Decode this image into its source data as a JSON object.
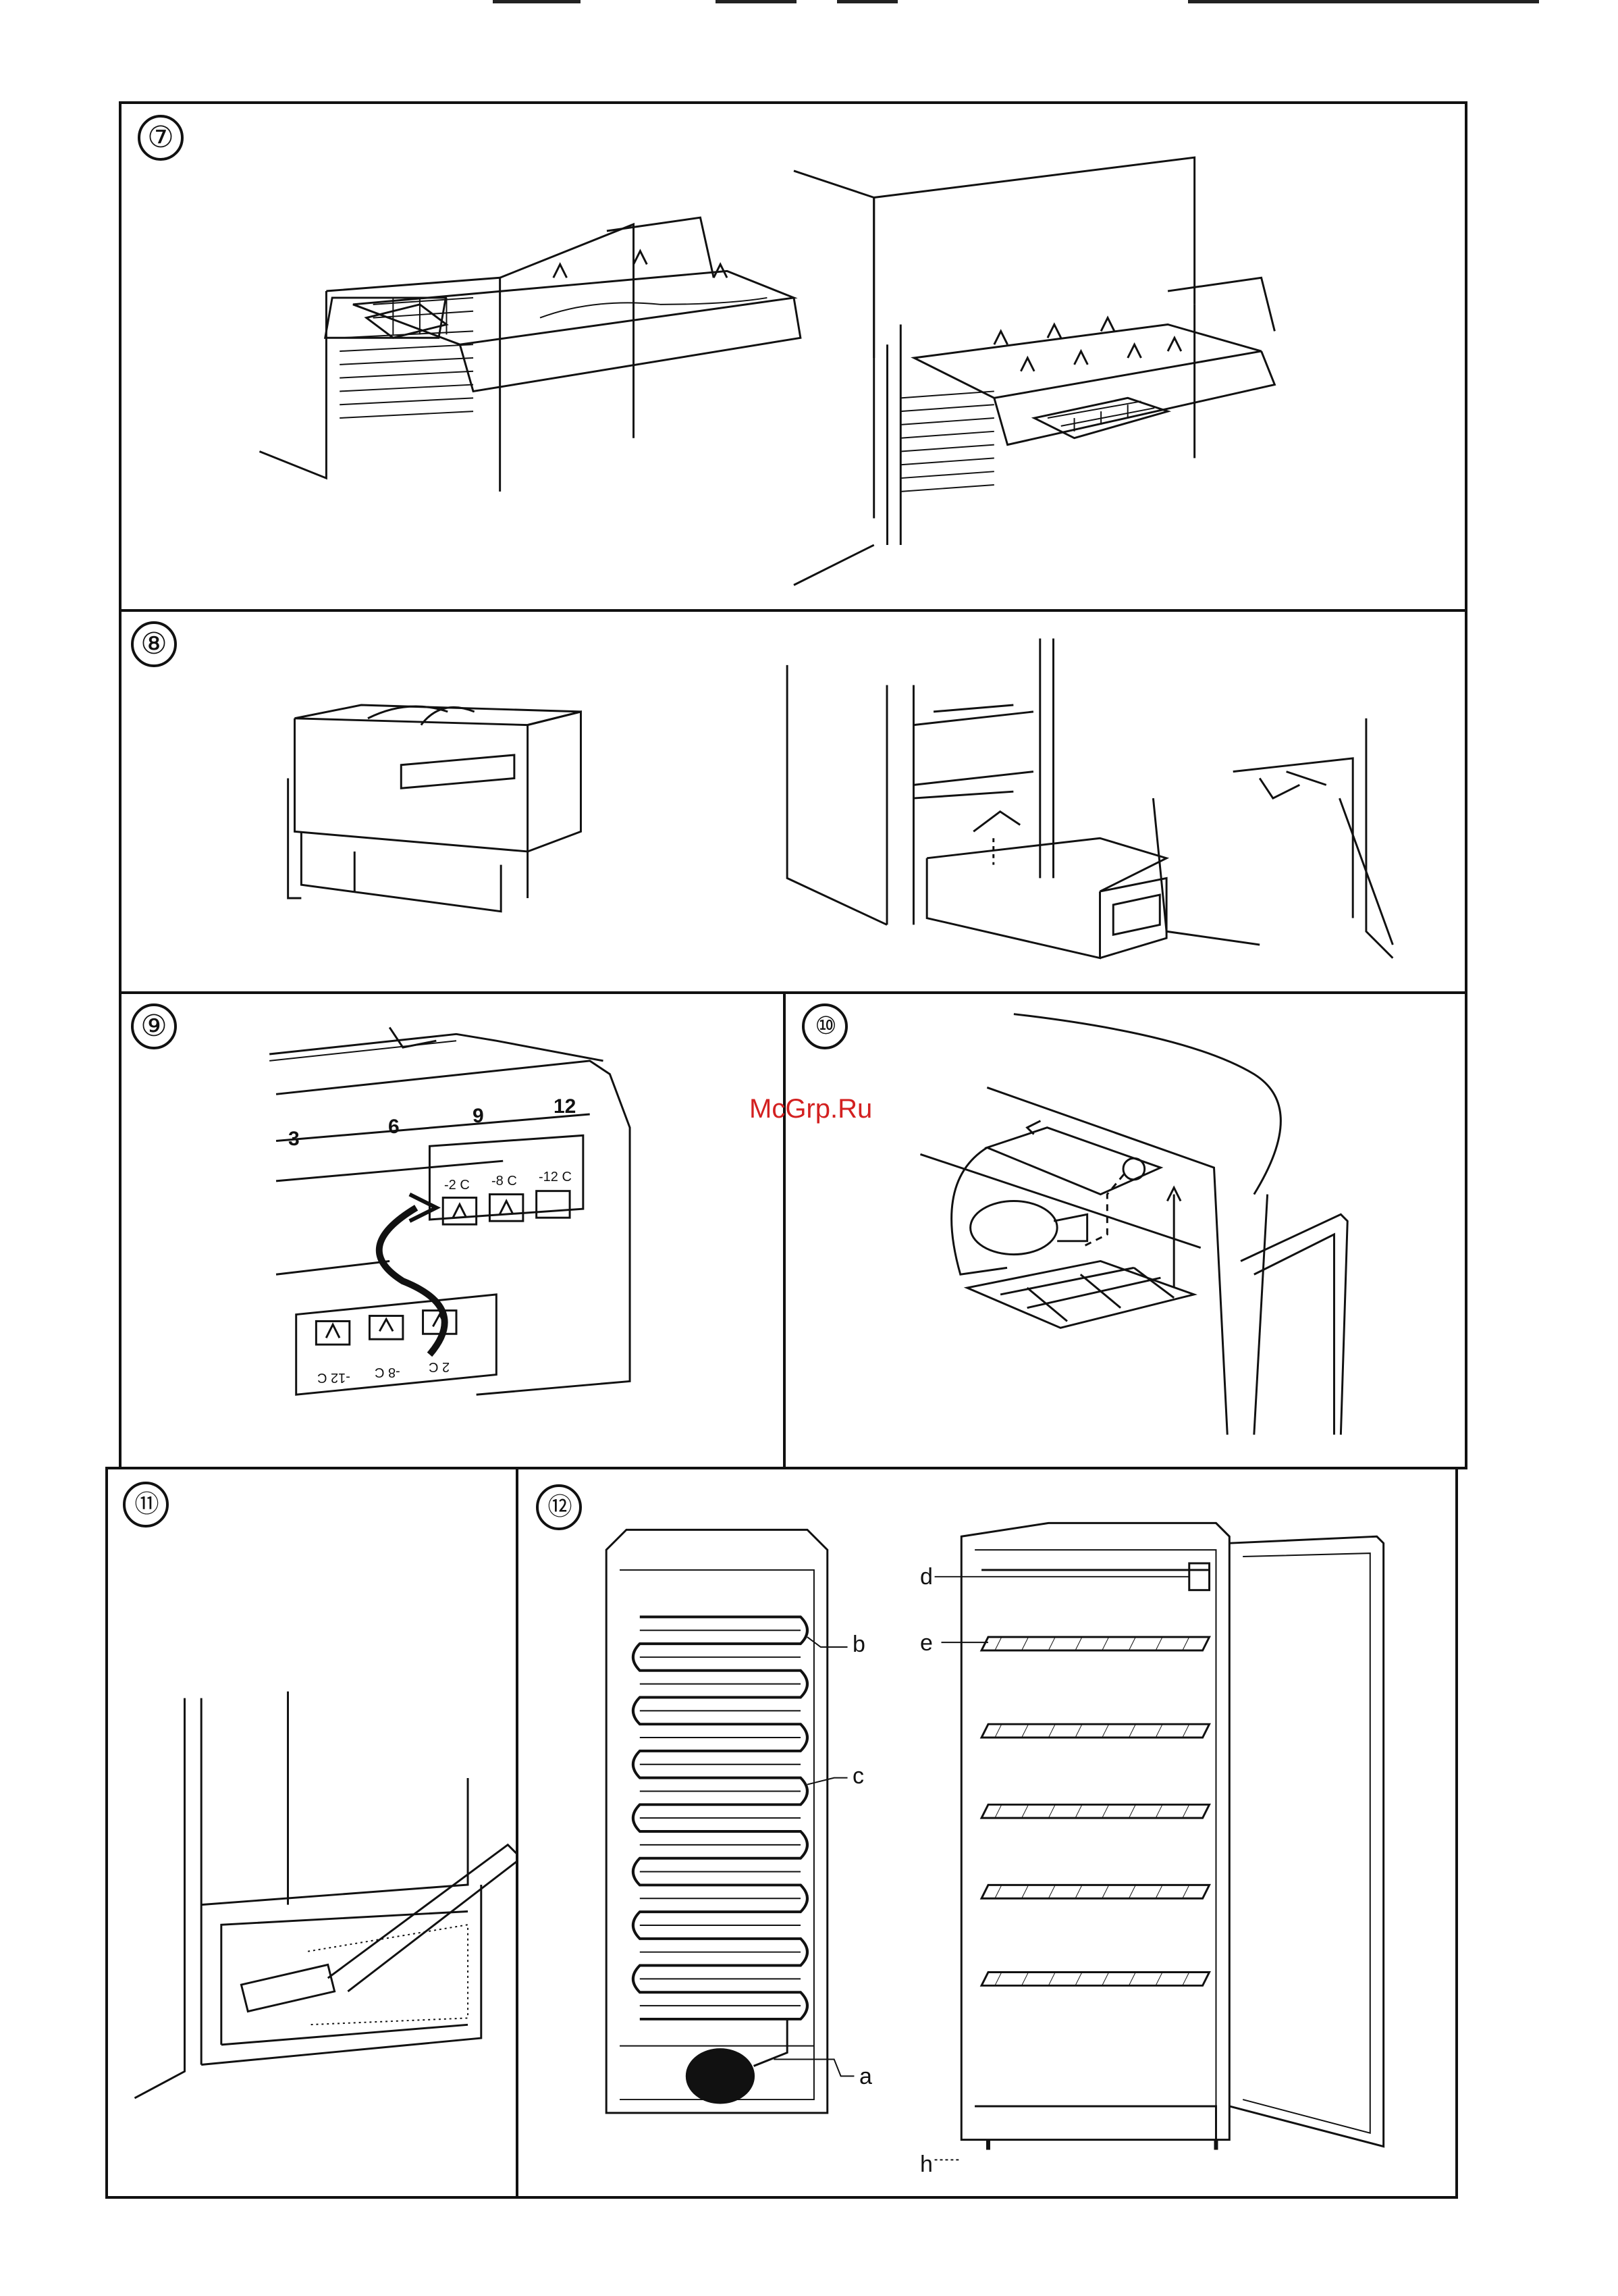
{
  "watermark": "McGrp.Ru",
  "figures": [
    {
      "id": "7",
      "number": "⑦"
    },
    {
      "id": "8",
      "number": "⑧"
    },
    {
      "id": "9",
      "number": "⑨"
    },
    {
      "id": "10",
      "number": "⑩"
    },
    {
      "id": "11",
      "number": "⑪"
    },
    {
      "id": "12",
      "number": "⑫"
    }
  ],
  "fig9": {
    "dial": [
      "3",
      "6",
      "9",
      "12"
    ],
    "panel_labels": [
      "-2 C",
      "-8 C",
      "-12 C"
    ],
    "card_labels": [
      "2 C",
      "-8 C",
      "-12 C"
    ]
  },
  "fig12": {
    "callouts": {
      "a": "a",
      "b": "b",
      "c": "c",
      "d": "d",
      "e": "e",
      "h": "h"
    }
  },
  "colors": {
    "ink": "#111111",
    "paper": "#ffffff",
    "watermark": "#d32020"
  }
}
